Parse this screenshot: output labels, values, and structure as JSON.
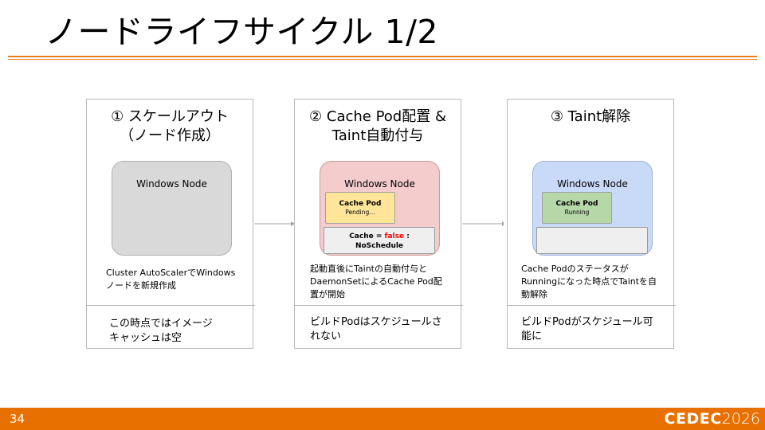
{
  "slide": {
    "title": "ノードライフサイクル 1/2",
    "page_number": "34",
    "brand": {
      "name": "CEDEC",
      "year": "2026"
    },
    "accent_color": "#e87000"
  },
  "panels": [
    {
      "heading": "① スケールアウト\n（ノード作成）",
      "node_label": "Windows Node",
      "description": "Cluster AutoScalerでWindows\nノードを新規作成",
      "note": "この時点ではイメージ\nキャッシュは空"
    },
    {
      "heading": "② Cache Pod配置 &\nTaint自動付与",
      "node_label": "Windows Node",
      "pod": {
        "name": "Cache Pod",
        "status": "Pending…"
      },
      "taint": {
        "prefix": "Cache = ",
        "value": "false",
        "suffix": " :",
        "effect": "NoSchedule"
      },
      "description": "起動直後にTaintの自動付与と\nDaemonSetによるCache Pod配\n置が開始",
      "note": "ビルドPodはスケジュールさ\nれない"
    },
    {
      "heading": "③ Taint解除",
      "node_label": "Windows Node",
      "pod": {
        "name": "Cache Pod",
        "status": "Running"
      },
      "description": "Cache Podのステータスが\nRunningになった時点でTaintを自\n動解除",
      "note": "ビルドPodがスケジュール可\n能に"
    }
  ]
}
